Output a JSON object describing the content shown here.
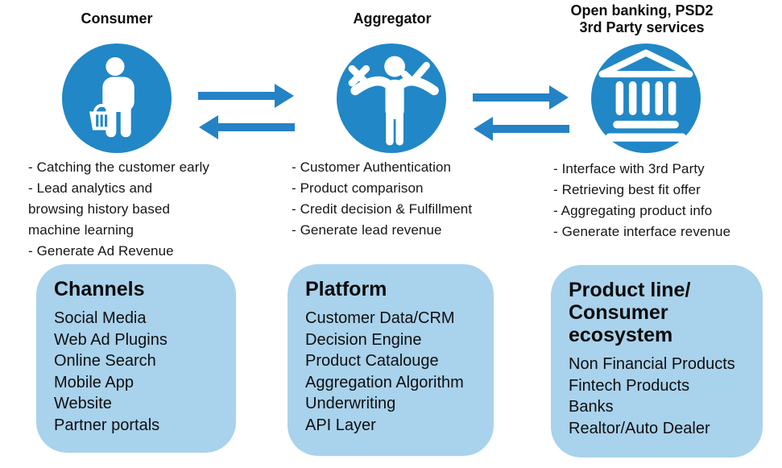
{
  "colors": {
    "icon_blue": "#2187C6",
    "arrow_blue": "#2482C5",
    "box_blue": "#A9D2EC",
    "text": "#1B1B1B"
  },
  "icons": {
    "consumer": "person-with-shopping-basket",
    "aggregator": "person-choosing-x-and-check",
    "third_party": "bank-building"
  },
  "columns": [
    {
      "title": "Consumer",
      "bullets": "- Catching the customer early\n- Lead analytics and\nbrowsing history based\nmachine learning\n- Generate Ad Revenue",
      "box": {
        "title": "Channels",
        "items": [
          "Social Media",
          "Web Ad Plugins",
          "Online Search",
          "Mobile App",
          "Website",
          "Partner portals"
        ]
      }
    },
    {
      "title": "Aggregator",
      "bullets": "- Customer Authentication\n- Product comparison\n- Credit decision & Fulfillment\n- Generate lead revenue",
      "box": {
        "title": "Platform",
        "items": [
          "Customer Data/CRM",
          "Decision Engine",
          "Product Catalouge",
          "Aggregation Algorithm",
          "Underwriting",
          "API Layer"
        ]
      }
    },
    {
      "title": "Open banking, PSD2\n3rd Party services",
      "bullets": "- Interface with 3rd Party\n- Retrieving best fit offer\n- Aggregating product info\n- Generate interface revenue",
      "box": {
        "title": "Product line/\nConsumer\necosystem",
        "items": [
          "Non Financial Products",
          "Fintech Products",
          "Banks",
          "Realtor/Auto Dealer"
        ]
      }
    }
  ]
}
